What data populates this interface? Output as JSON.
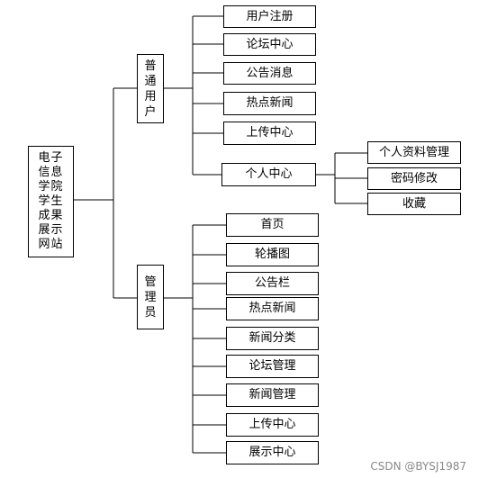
{
  "root": {
    "label": "电子信息学院学生成果展示网站"
  },
  "branches": [
    {
      "label": "普通用户",
      "children": [
        "用户注册",
        "论坛中心",
        "公告消息",
        "热点新闻",
        "上传中心",
        "个人中心"
      ]
    },
    {
      "label": "管理员",
      "children": [
        "首页",
        "轮播图",
        "公告栏",
        "热点新闻",
        "新闻分类",
        "论坛管理",
        "新闻管理",
        "上传中心",
        "展示中心"
      ]
    }
  ],
  "personal_center": {
    "label": "个人中心",
    "children": [
      "个人资料管理",
      "密码修改",
      "收藏"
    ]
  },
  "watermark": "CSDN @BYSJ1987"
}
